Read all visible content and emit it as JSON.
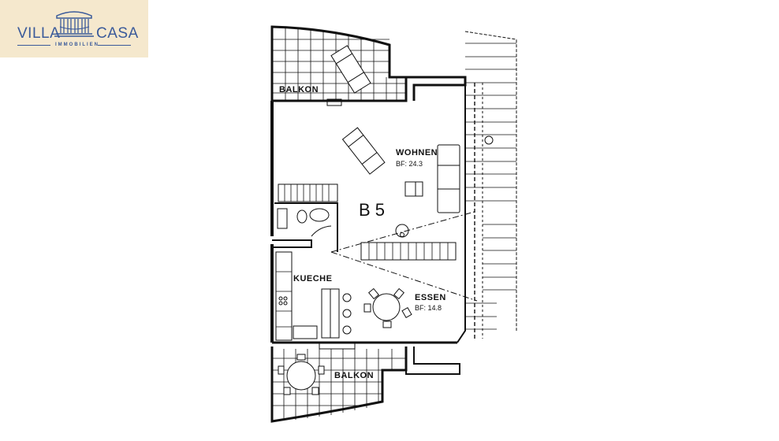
{
  "logo": {
    "left_word": "VILLA",
    "right_word": "CASA",
    "subtitle": "IMMOBILIEN",
    "brand_color": "#3a5a9a",
    "background": "#f5e8cd"
  },
  "floor_plan": {
    "unit": "B 5",
    "rooms": [
      {
        "name": "BALKON",
        "area": ""
      },
      {
        "name": "WOHNEN",
        "area": "BF: 24.3"
      },
      {
        "name": "KUECHE",
        "area": ""
      },
      {
        "name": "ESSEN",
        "area": "BF: 14.8"
      },
      {
        "name": "BALKON",
        "area": ""
      }
    ]
  }
}
